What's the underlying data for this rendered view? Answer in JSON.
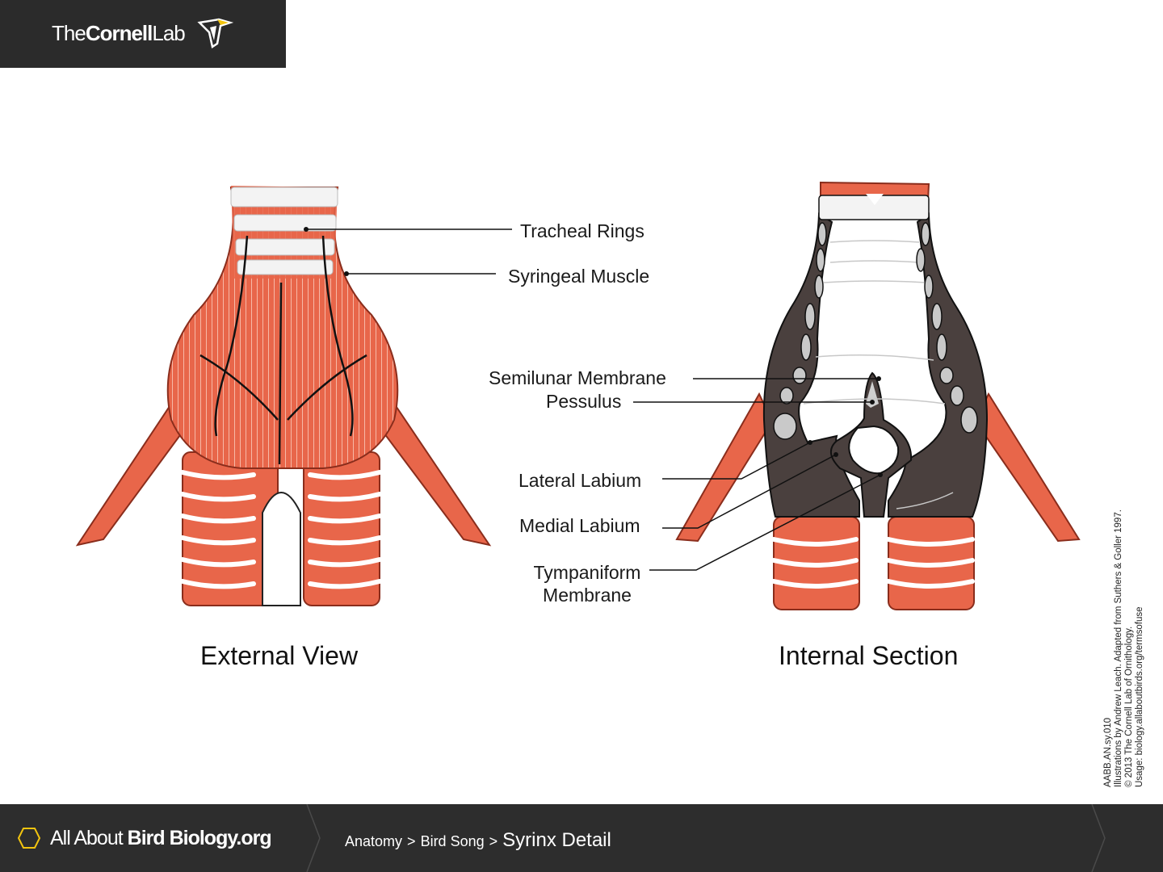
{
  "header": {
    "logo_regular": "The",
    "logo_bold": "Cornell",
    "logo_tail": "Lab"
  },
  "diagram": {
    "labels": {
      "tracheal_rings": "Tracheal Rings",
      "syringeal_muscle": "Syringeal Muscle",
      "semilunar_membrane": "Semilunar Membrane",
      "pessulus": "Pessulus",
      "lateral_labium": "Lateral Labium",
      "medial_labium": "Medial Labium",
      "tympaniform_line1": "Tympaniform",
      "tympaniform_line2": "Membrane"
    },
    "external_view_title": "External View",
    "internal_section_title": "Internal Section",
    "colors": {
      "muscle": "#e8664a",
      "muscle_dark": "#c8452c",
      "tissue": "#4a403e",
      "ring": "#f0f0f0"
    }
  },
  "credits": {
    "line1": "AABB.AN.sy.010",
    "line2": "Illustrations by Andrew Leach. Adapted from Suthers & Goller 1997.",
    "line3": "© 2013 The Cornell Lab of Ornithology.",
    "line4": "Usage: biology.allaboutbirds.org/termsofuse"
  },
  "footer": {
    "brand_regular": "All About ",
    "brand_bold": "Bird Biology",
    "brand_tail": ".org",
    "breadcrumb": {
      "item1": "Anatomy",
      "item2": "Bird Song",
      "current": "Syrinx Detail",
      "separator": ">"
    }
  }
}
